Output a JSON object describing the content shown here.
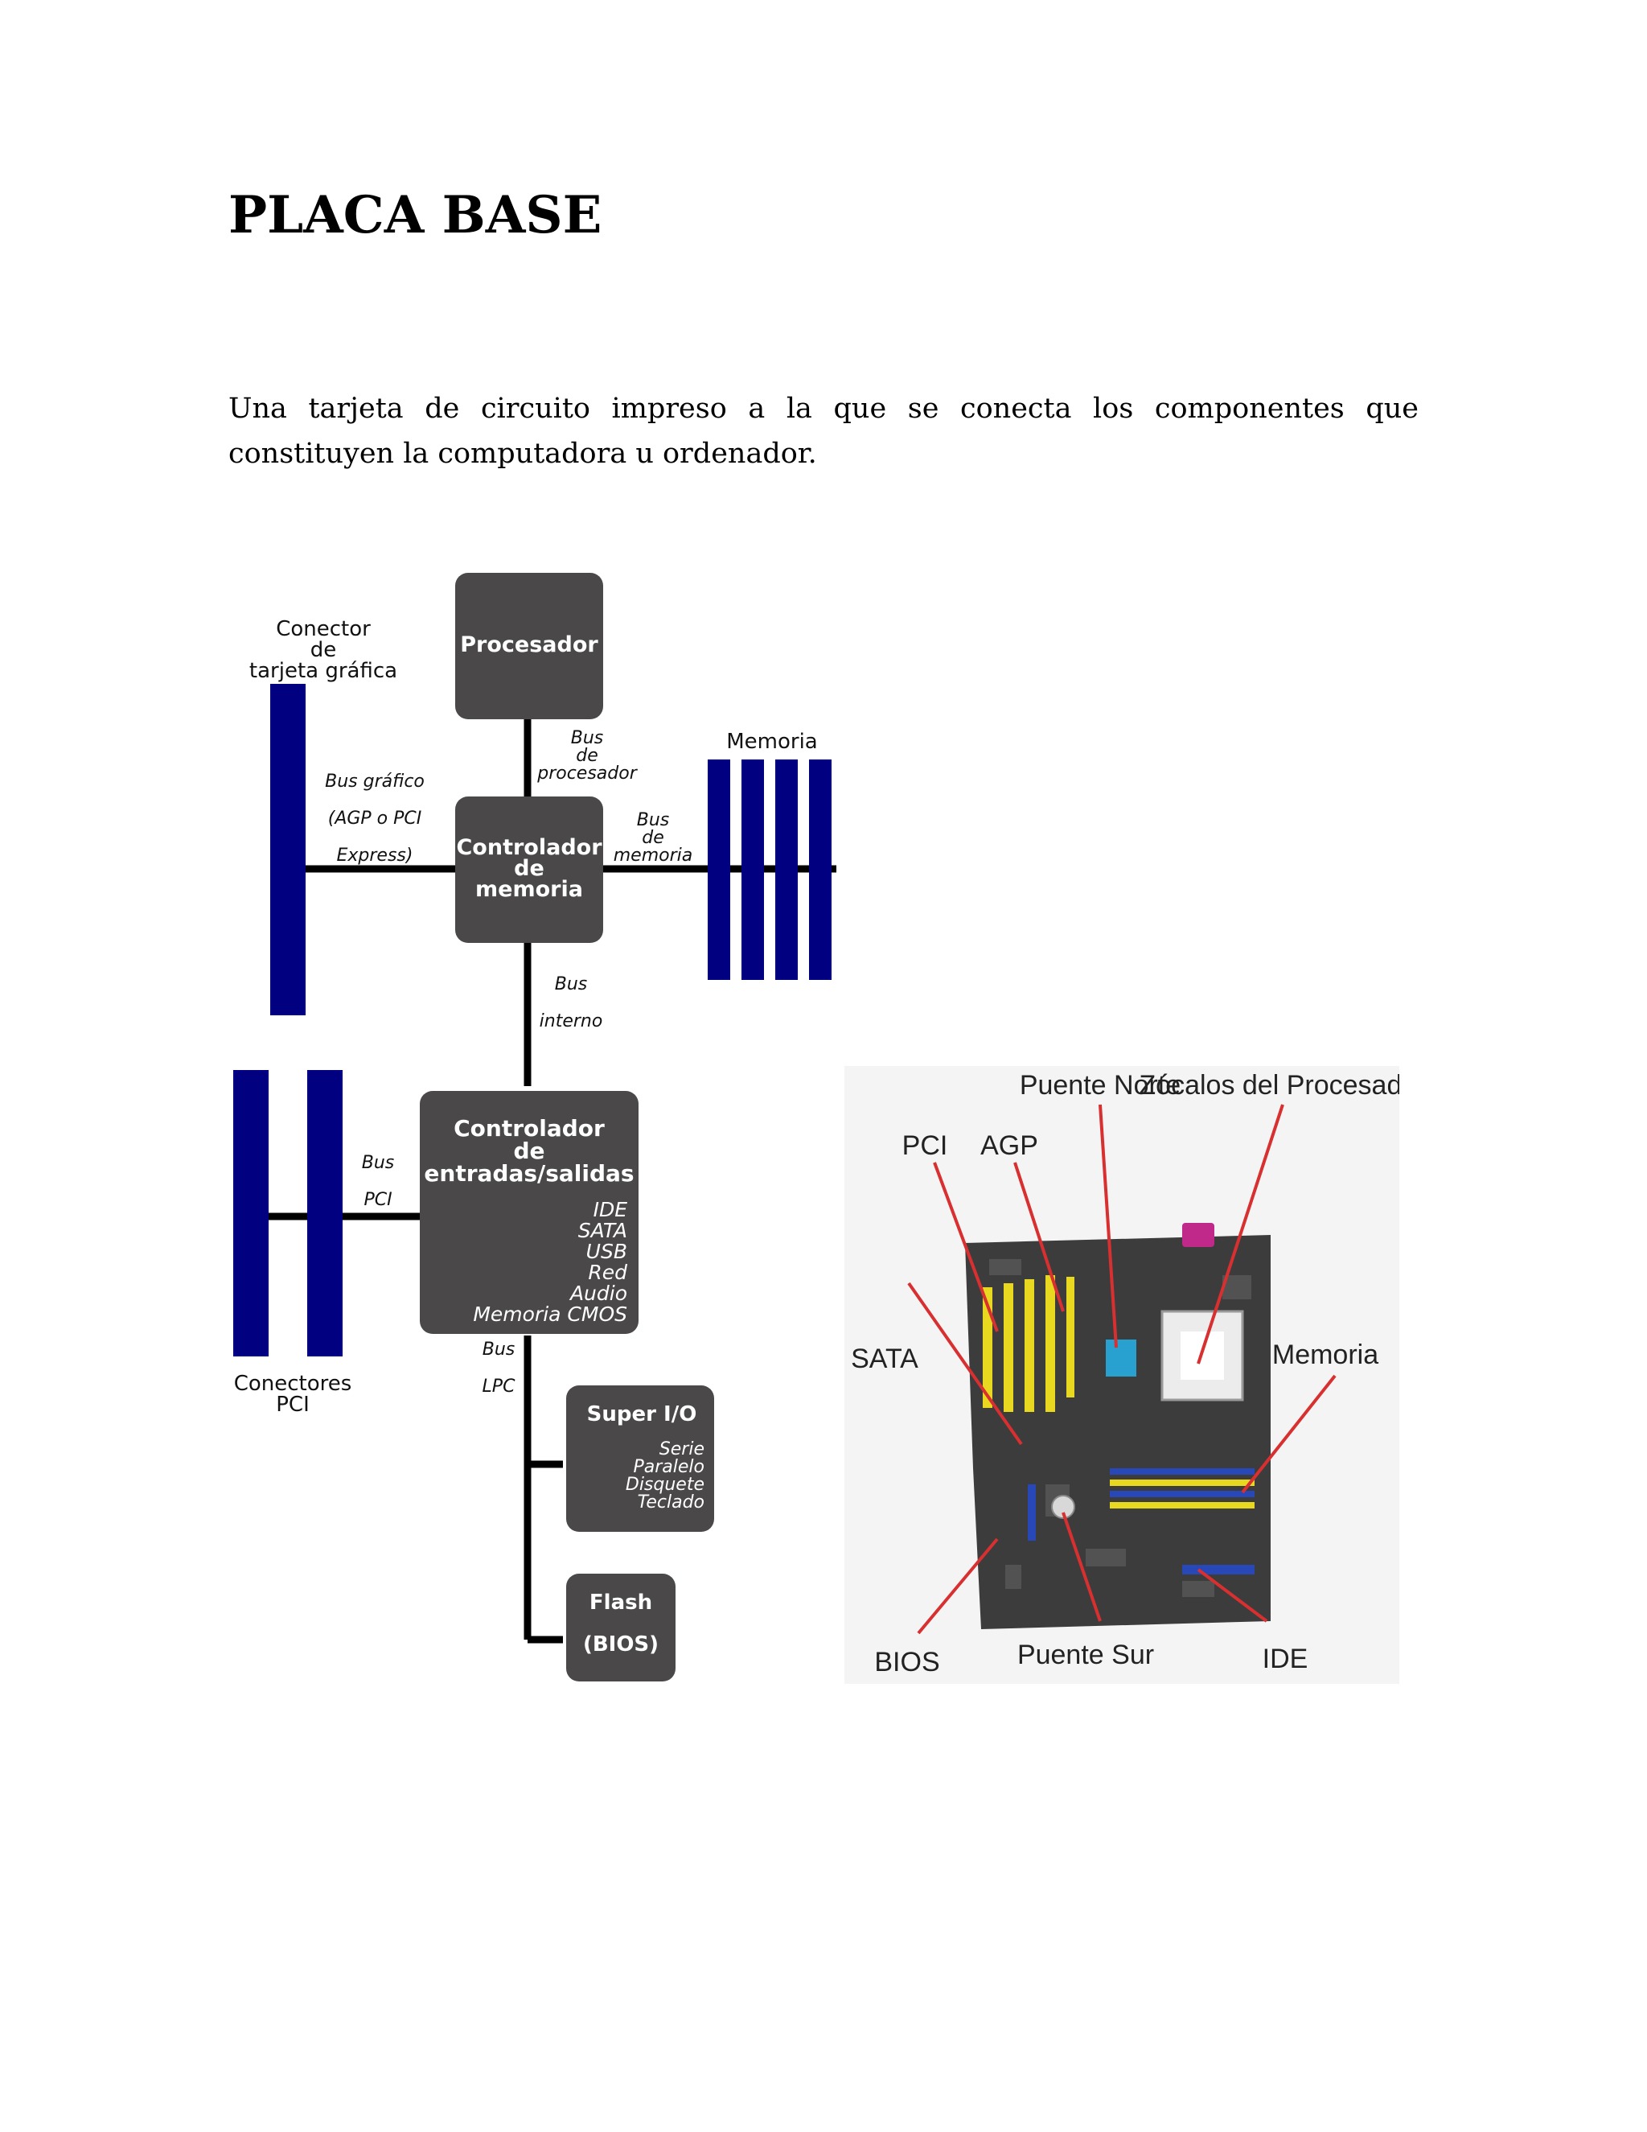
{
  "title": "PLACA BASE",
  "intro": "Una tarjeta de circuito impreso a la que se conecta los componentes que constituyen la computadora u ordenador.",
  "diagram": {
    "procesador": "Procesador",
    "conector_grafica": [
      "Conector",
      "de",
      "tarjeta gráfica"
    ],
    "bus_procesador": [
      "Bus",
      "de",
      "procesador"
    ],
    "memoria_label": "Memoria",
    "bus_grafico": [
      "Bus gráfico",
      "(AGP o PCI",
      "Express)"
    ],
    "controlador_memoria": [
      "Controlador",
      "de",
      "memoria"
    ],
    "bus_memoria": [
      "Bus",
      "de",
      "memoria"
    ],
    "bus_interno": [
      "Bus",
      "interno"
    ],
    "controlador_es": [
      "Controlador",
      "de",
      "entradas/salidas"
    ],
    "controlador_es_items": [
      "IDE",
      "SATA",
      "USB",
      "Red",
      "Audio",
      "Memoria CMOS"
    ],
    "bus_pci": [
      "Bus",
      "PCI"
    ],
    "conectores_pci": [
      "Conectores",
      "PCI"
    ],
    "bus_lpc": [
      "Bus",
      "LPC"
    ],
    "super_io": "Super I/O",
    "super_io_items": [
      "Serie",
      "Paralelo",
      "Disquete",
      "Teclado"
    ],
    "flash": [
      "Flash",
      "(BIOS)"
    ]
  },
  "photo_labels": {
    "puente_norte": "Puente Norte",
    "zocalos": "Zócalos del Procesador",
    "pci": "PCI",
    "agp": "AGP",
    "sata": "SATA",
    "memoria": "Memoria",
    "bios": "BIOS",
    "puente_sur": "Puente Sur",
    "ide": "IDE"
  },
  "colors": {
    "box": "#4a4848",
    "bus_bar": "#000080",
    "line": "#000000",
    "leader": "#d83030",
    "slot_yellow": "#e8d820",
    "slot_blue": "#2848b8",
    "board": "#3a3a3a"
  }
}
